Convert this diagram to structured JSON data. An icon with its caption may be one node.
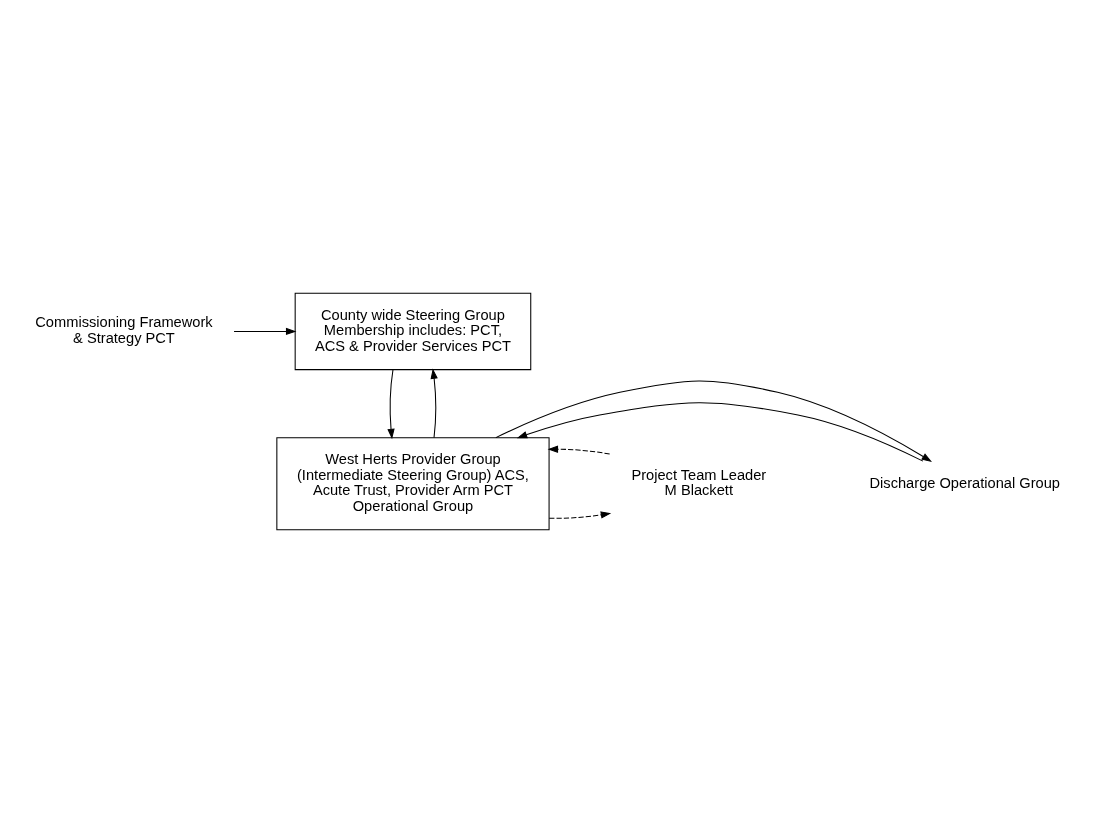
{
  "diagram": {
    "nodes": [
      {
        "text": [
          "County wide Steering Group Membership includes: PCT, ACS & Provider Services PCT"
        ]
      },
      {
        "text": [
          "Commissioning Framework & Strategy PCT"
        ]
      },
      {
        "text": [
          "West Herts Provider Group (Intermediate Steering Group) ACS, Acute Trust, Provider Arm PCT Operational Group"
        ]
      },
      {
        "text": [
          "Discharge Operational Group"
        ]
      },
      {
        "text": [
          "Project Team Leader M Blackett"
        ]
      }
    ],
    "edges": [
      {
        "from": 1,
        "to": 0,
        "arrow": "to"
      },
      {
        "from": 2,
        "to": 0,
        "arrow": "to"
      },
      {
        "from": 0,
        "to": 2,
        "arrow": "to"
      },
      {
        "from": 3,
        "to": 2,
        "arrow": "to"
      },
      {
        "from": 2,
        "to": 3,
        "arrow": "to"
      },
      {
        "from": 2,
        "to": 4,
        "arrow": "to",
        "style": "dashed"
      },
      {
        "from": 4,
        "to": 2,
        "arrow": "to",
        "style": "dashed"
      }
    ]
  }
}
